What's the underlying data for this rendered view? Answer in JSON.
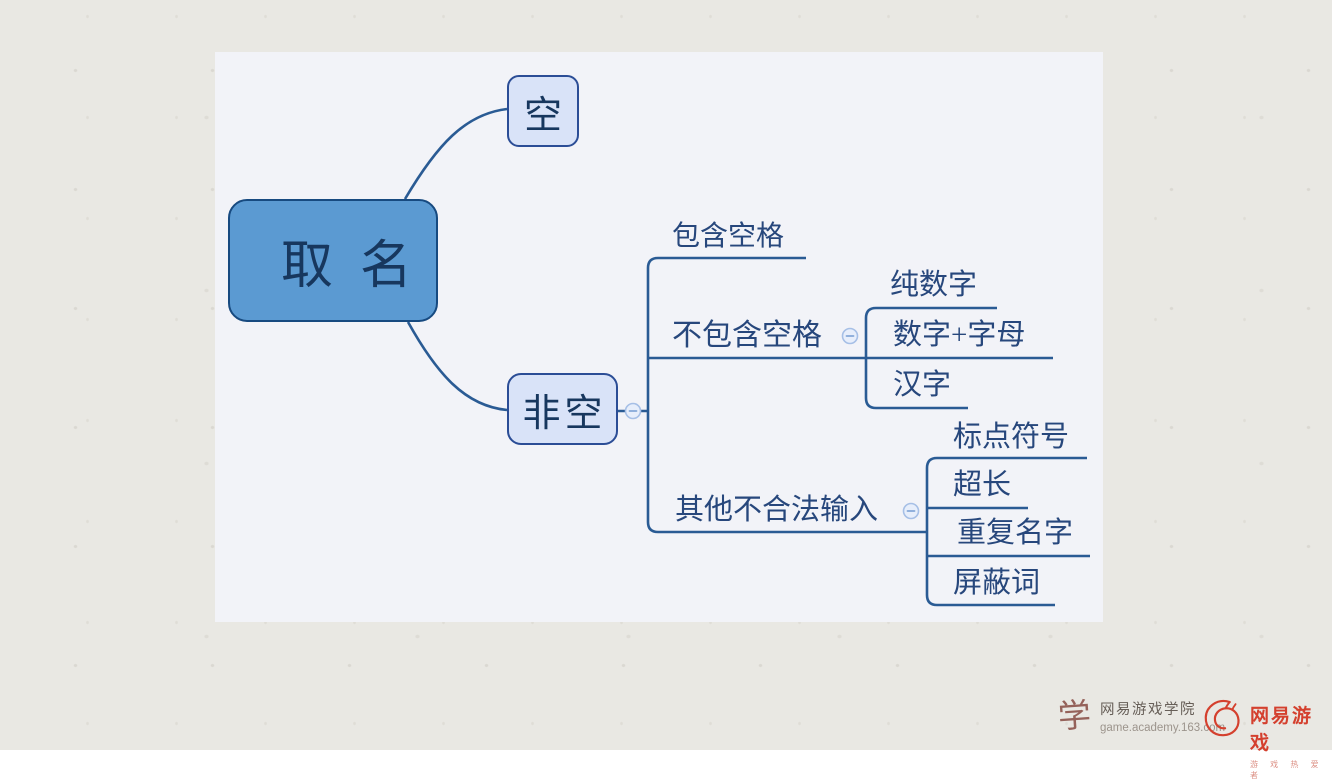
{
  "theme": {
    "page_bg": "#e9e8e3",
    "canvas_bg": "#f2f3f8",
    "line_color": "#2a5b94",
    "root_fill": "#5b9ad2",
    "root_border": "#174a80",
    "root_text": "#17375e",
    "node_fill": "#d9e3f8",
    "node_border": "#2b4d96",
    "topic_text": "#27477c",
    "collapse_fill": "#e7eefb",
    "collapse_border": "#a6bfe6",
    "collapse_glyph": "#85a7d8",
    "brand_red": "#d4402e",
    "academy_icon": "#95625a",
    "academy_text": "#675f58",
    "academy_url": "#9c948c",
    "slogan_red": "#dc9186"
  },
  "mindmap": {
    "tree": {
      "label": "取名",
      "children": [
        {
          "label": "空",
          "children": []
        },
        {
          "label": "非空",
          "collapsible": true,
          "children": [
            {
              "label": "包含空格",
              "children": []
            },
            {
              "label": "不包含空格",
              "collapsible": true,
              "children": [
                {
                  "label": "纯数字"
                },
                {
                  "label": "数字+字母"
                },
                {
                  "label": "汉字"
                }
              ]
            },
            {
              "label": "其他不合法输入",
              "collapsible": true,
              "children": [
                {
                  "label": "标点符号"
                },
                {
                  "label": "超长"
                },
                {
                  "label": "重复名字"
                },
                {
                  "label": "屏蔽词"
                }
              ]
            }
          ]
        }
      ]
    }
  },
  "footer": {
    "academy": {
      "icon_glyph": "学",
      "name": "网易游戏学院",
      "url": "game.academy.163.com"
    },
    "netease": {
      "name": "网易游戏",
      "slogan": "游 戏 热 爱 者"
    }
  }
}
